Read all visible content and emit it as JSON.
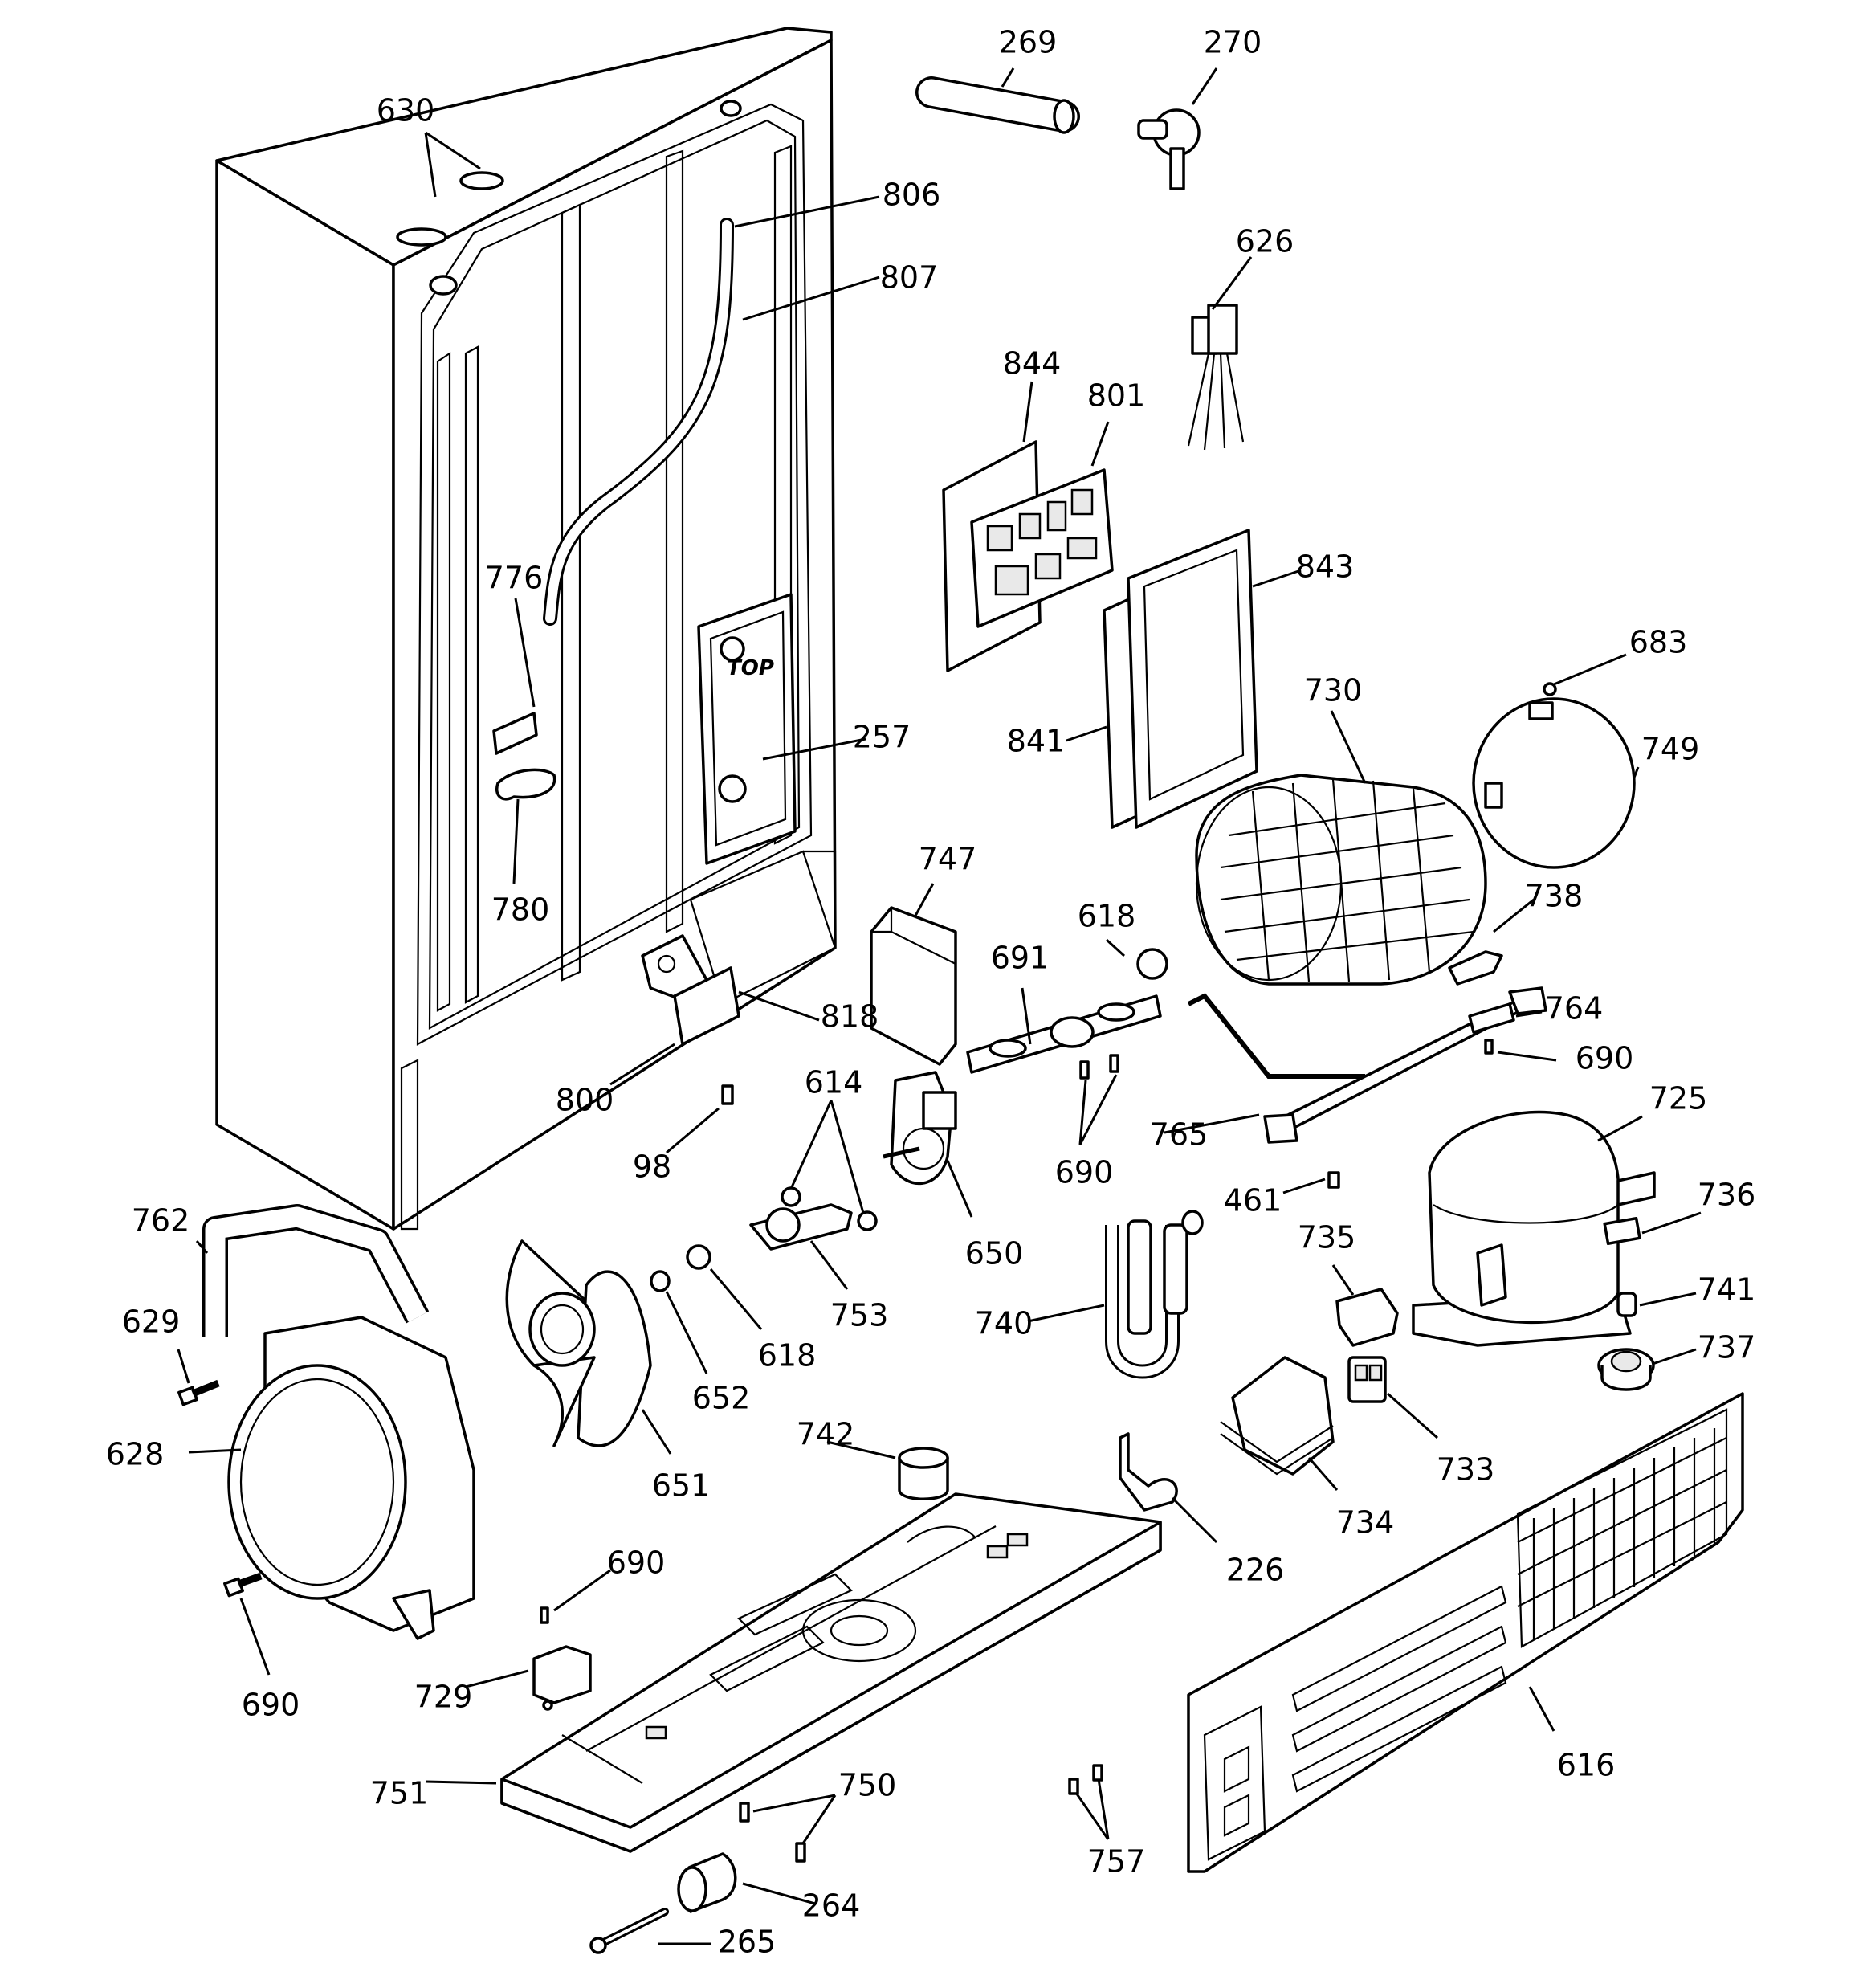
{
  "parts": [
    {
      "id": "p269",
      "label": "269"
    },
    {
      "id": "p270",
      "label": "270"
    },
    {
      "id": "p630",
      "label": "630"
    },
    {
      "id": "p806",
      "label": "806"
    },
    {
      "id": "p807",
      "label": "807"
    },
    {
      "id": "p626",
      "label": "626"
    },
    {
      "id": "p844",
      "label": "844"
    },
    {
      "id": "p801",
      "label": "801"
    },
    {
      "id": "p776",
      "label": "776"
    },
    {
      "id": "p843",
      "label": "843"
    },
    {
      "id": "p683",
      "label": "683"
    },
    {
      "id": "p730",
      "label": "730"
    },
    {
      "id": "p257",
      "label": "257"
    },
    {
      "id": "p841",
      "label": "841"
    },
    {
      "id": "p749",
      "label": "749"
    },
    {
      "id": "p780",
      "label": "780"
    },
    {
      "id": "p747",
      "label": "747"
    },
    {
      "id": "p618a",
      "label": "618"
    },
    {
      "id": "p738",
      "label": "738"
    },
    {
      "id": "p691",
      "label": "691"
    },
    {
      "id": "p818",
      "label": "818"
    },
    {
      "id": "p764",
      "label": "764"
    },
    {
      "id": "p690a",
      "label": "690"
    },
    {
      "id": "p614",
      "label": "614"
    },
    {
      "id": "p800",
      "label": "800"
    },
    {
      "id": "p725",
      "label": "725"
    },
    {
      "id": "p765",
      "label": "765"
    },
    {
      "id": "p98",
      "label": "98"
    },
    {
      "id": "p690b",
      "label": "690"
    },
    {
      "id": "p461",
      "label": "461"
    },
    {
      "id": "p736",
      "label": "736"
    },
    {
      "id": "p762",
      "label": "762"
    },
    {
      "id": "p650",
      "label": "650"
    },
    {
      "id": "p735",
      "label": "735"
    },
    {
      "id": "p629",
      "label": "629"
    },
    {
      "id": "p753",
      "label": "753"
    },
    {
      "id": "p741",
      "label": "741"
    },
    {
      "id": "p740",
      "label": "740"
    },
    {
      "id": "p618b",
      "label": "618"
    },
    {
      "id": "p737",
      "label": "737"
    },
    {
      "id": "p652",
      "label": "652"
    },
    {
      "id": "p628",
      "label": "628"
    },
    {
      "id": "p742",
      "label": "742"
    },
    {
      "id": "p733",
      "label": "733"
    },
    {
      "id": "p651",
      "label": "651"
    },
    {
      "id": "p734",
      "label": "734"
    },
    {
      "id": "p690c",
      "label": "690"
    },
    {
      "id": "p226",
      "label": "226"
    },
    {
      "id": "p729",
      "label": "729"
    },
    {
      "id": "p690d",
      "label": "690"
    },
    {
      "id": "p616",
      "label": "616"
    },
    {
      "id": "p750",
      "label": "750"
    },
    {
      "id": "p751",
      "label": "751"
    },
    {
      "id": "p757",
      "label": "757"
    },
    {
      "id": "p264",
      "label": "264"
    },
    {
      "id": "p265",
      "label": "265"
    }
  ]
}
